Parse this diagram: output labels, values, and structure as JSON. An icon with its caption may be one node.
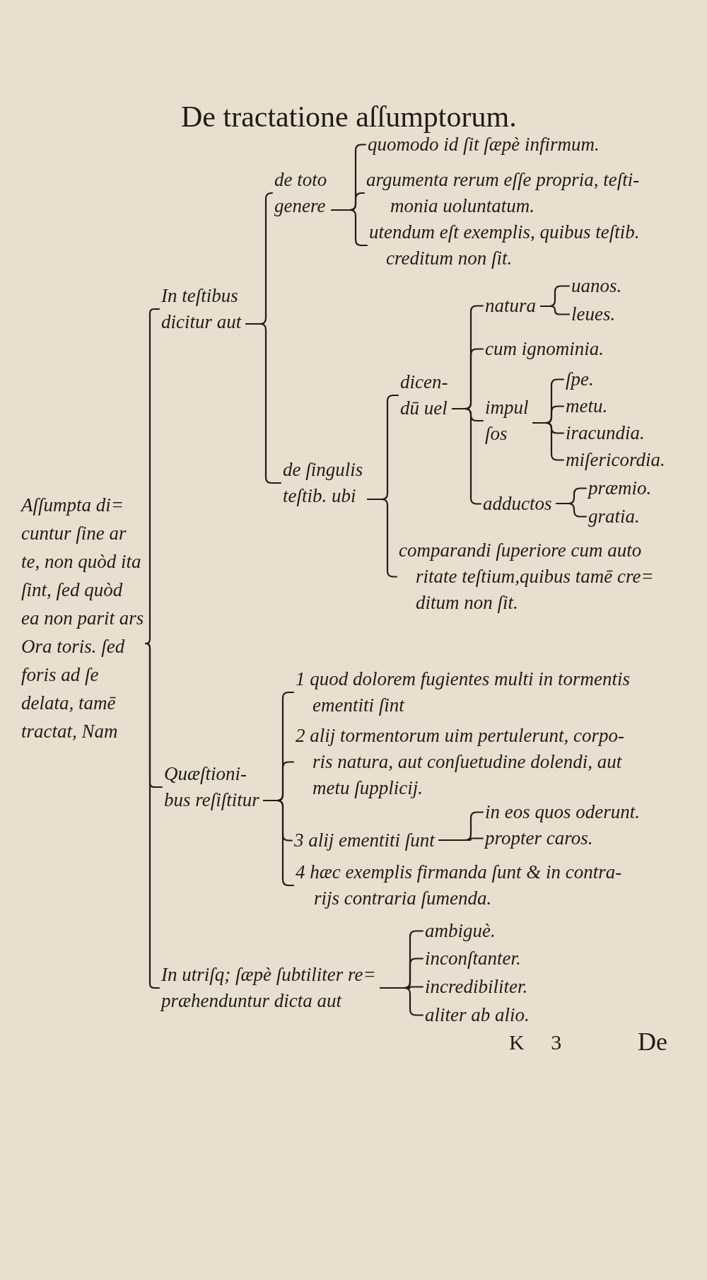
{
  "diagram": {
    "title": "De tractatione aſſumptorum.",
    "nodes": [
      {
        "text": [
          "Aſſumpta di= cuntur ſine ar te, non quòd ita ſint, ſed quòd ea non parit ars Ora toris. ſed foris ad ſe delata, tamē tractat, Nam"
        ]
      },
      {
        "text": [
          "In teſtibus dicitur aut"
        ]
      },
      {
        "text": [
          "de toto genere"
        ]
      },
      {
        "text": [
          "quomodo id ſit ſæpè infirmum."
        ]
      },
      {
        "text": [
          "argumenta rerum eſſe propria, teſti- monia uoluntatum."
        ]
      },
      {
        "text": [
          "utendum eſt exemplis, quibus teſtib. creditum non ſit."
        ]
      },
      {
        "text": [
          "de ſingulis teſtib. ubi"
        ]
      },
      {
        "text": [
          "dicen- dū uel"
        ]
      },
      {
        "text": [
          "natura"
        ]
      },
      {
        "text": [
          "uanos."
        ]
      },
      {
        "text": [
          "leues."
        ]
      },
      {
        "text": [
          "cum ignominia."
        ]
      },
      {
        "text": [
          "impul ſos"
        ]
      },
      {
        "text": [
          "ſpe."
        ]
      },
      {
        "text": [
          "metu."
        ]
      },
      {
        "text": [
          "iracundia."
        ]
      },
      {
        "text": [
          "miſericordia."
        ]
      },
      {
        "text": [
          "adductos"
        ]
      },
      {
        "text": [
          "præmio."
        ]
      },
      {
        "text": [
          "gratia."
        ]
      },
      {
        "text": [
          "comparandi ſuperiore cum auto ritate teſtium,quibus tamē cre= ditum non ſit."
        ]
      },
      {
        "text": [
          "Quæſtioni- bus reſiſtitur"
        ]
      },
      {
        "text": [
          "1 quod dolorem fugientes multi in tormentis ementiti ſint"
        ]
      },
      {
        "text": [
          "2 alij tormentorum uim pertulerunt, corpo- ris natura, aut conſuetudine dolendi, aut metu ſupplicij."
        ]
      },
      {
        "text": [
          "3 alij ementiti ſunt"
        ]
      },
      {
        "text": [
          "in eos quos oderunt."
        ]
      },
      {
        "text": [
          "propter caros."
        ]
      },
      {
        "text": [
          "4 hæc exemplis firmanda ſunt & in contra- rijs contraria ſumenda."
        ]
      },
      {
        "text": [
          "In utriſq; ſæpè ſubtiliter re= præhenduntur dicta aut"
        ]
      },
      {
        "text": [
          "ambiguè."
        ]
      },
      {
        "text": [
          "inconſtanter."
        ]
      },
      {
        "text": [
          "incredibiliter."
        ]
      },
      {
        "text": [
          "aliter ab alio."
        ]
      }
    ],
    "edges": [
      {
        "from": 0,
        "to": 1,
        "arrow": "none"
      },
      {
        "from": 0,
        "to": 21,
        "arrow": "none"
      },
      {
        "from": 0,
        "to": 28,
        "arrow": "none"
      },
      {
        "from": 1,
        "to": 2,
        "arrow": "none"
      },
      {
        "from": 1,
        "to": 6,
        "arrow": "none"
      },
      {
        "from": 2,
        "to": 3,
        "arrow": "none"
      },
      {
        "from": 2,
        "to": 4,
        "arrow": "none"
      },
      {
        "from": 2,
        "to": 5,
        "arrow": "none"
      },
      {
        "from": 6,
        "to": 7,
        "arrow": "none"
      },
      {
        "from": 6,
        "to": 20,
        "arrow": "none"
      },
      {
        "from": 7,
        "to": 8,
        "arrow": "none"
      },
      {
        "from": 7,
        "to": 11,
        "arrow": "none"
      },
      {
        "from": 7,
        "to": 12,
        "arrow": "none"
      },
      {
        "from": 7,
        "to": 17,
        "arrow": "none"
      },
      {
        "from": 8,
        "to": 9,
        "arrow": "none"
      },
      {
        "from": 8,
        "to": 10,
        "arrow": "none"
      },
      {
        "from": 12,
        "to": 13,
        "arrow": "none"
      },
      {
        "from": 12,
        "to": 14,
        "arrow": "none"
      },
      {
        "from": 12,
        "to": 15,
        "arrow": "none"
      },
      {
        "from": 12,
        "to": 16,
        "arrow": "none"
      },
      {
        "from": 17,
        "to": 18,
        "arrow": "none"
      },
      {
        "from": 17,
        "to": 19,
        "arrow": "none"
      },
      {
        "from": 21,
        "to": 22,
        "arrow": "none"
      },
      {
        "from": 21,
        "to": 23,
        "arrow": "none"
      },
      {
        "from": 21,
        "to": 24,
        "arrow": "none"
      },
      {
        "from": 21,
        "to": 27,
        "arrow": "none"
      },
      {
        "from": 24,
        "to": 25,
        "arrow": "none"
      },
      {
        "from": 24,
        "to": 26,
        "arrow": "none"
      },
      {
        "from": 28,
        "to": 29,
        "arrow": "none"
      },
      {
        "from": 28,
        "to": 30,
        "arrow": "none"
      },
      {
        "from": 28,
        "to": 31,
        "arrow": "none"
      },
      {
        "from": 28,
        "to": 32,
        "arrow": "none"
      }
    ],
    "labels": [
      "K 3",
      "De"
    ]
  }
}
